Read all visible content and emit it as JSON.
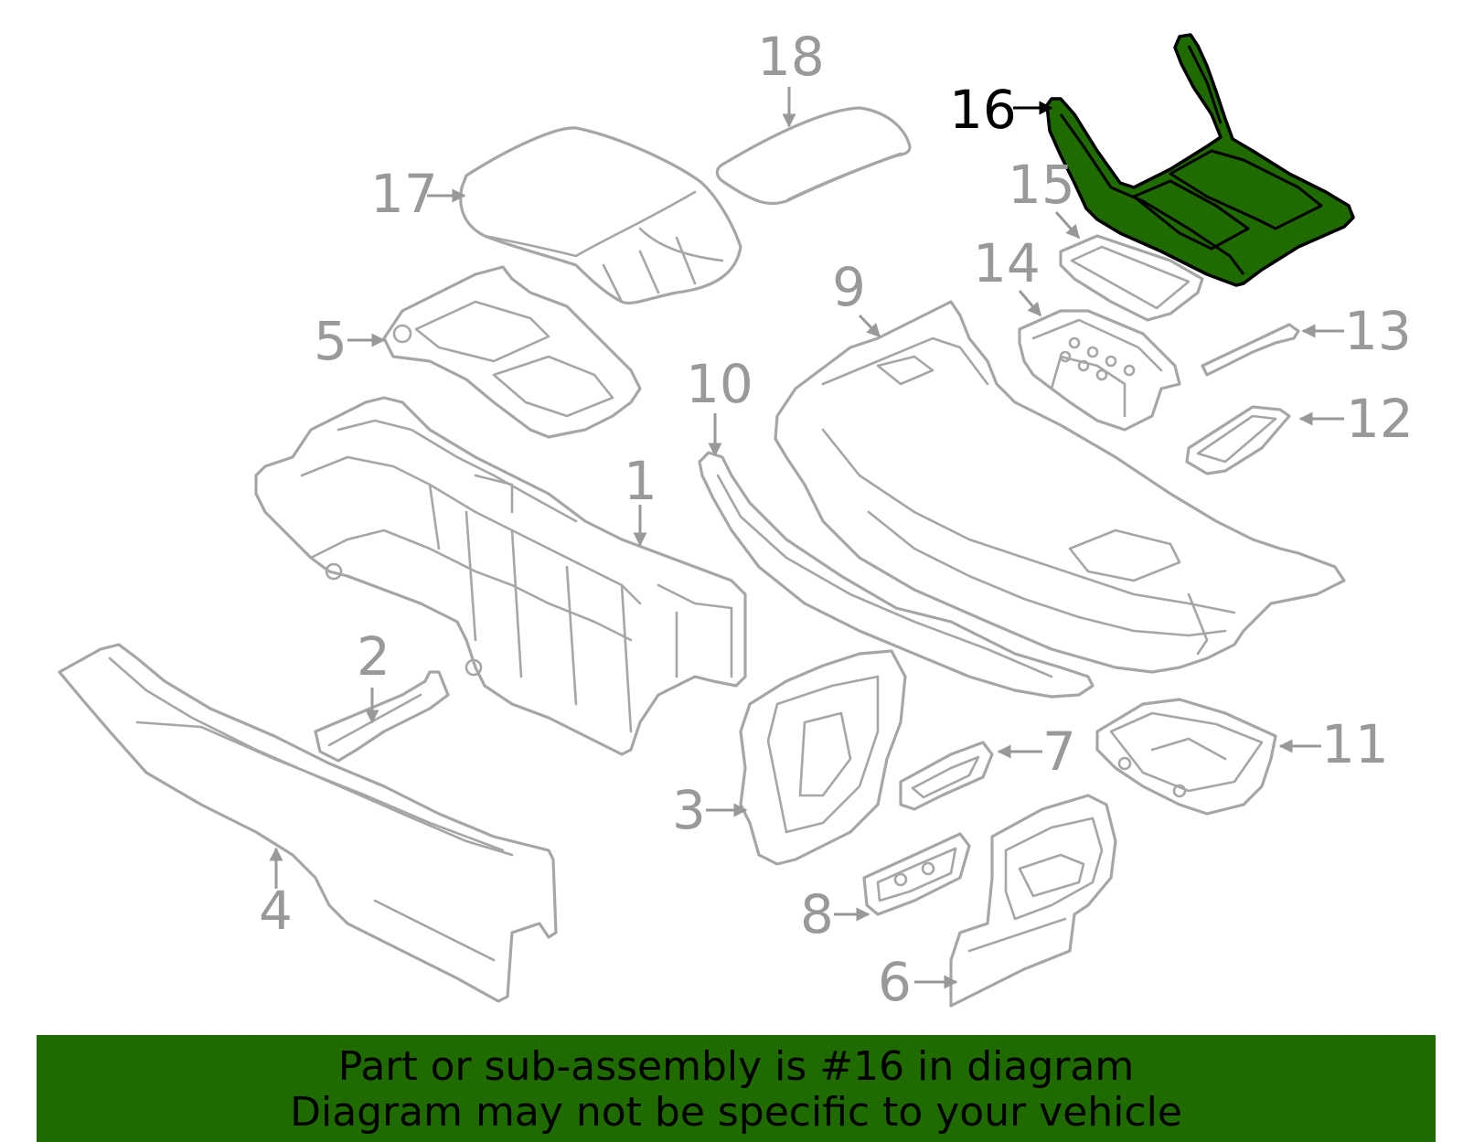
{
  "callouts": {
    "c1": "1",
    "c2": "2",
    "c3": "3",
    "c4": "4",
    "c5": "5",
    "c6": "6",
    "c7": "7",
    "c8": "8",
    "c9": "9",
    "c10": "10",
    "c11": "11",
    "c12": "12",
    "c13": "13",
    "c14": "14",
    "c15": "15",
    "c16": "16",
    "c17": "17",
    "c18": "18"
  },
  "highlighted_part": "16",
  "colors": {
    "highlight": "#1f6b00",
    "part_stroke": "#a6a6a6",
    "callout": "#999999"
  },
  "banner": {
    "line1": "Part or sub-assembly is #16 in diagram",
    "line2": "Diagram may not be specific to your vehicle"
  }
}
